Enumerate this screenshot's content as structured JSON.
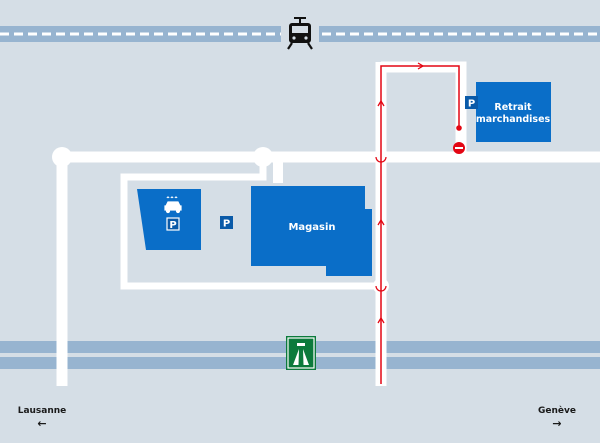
{
  "map": {
    "buildings": {
      "store": "Magasin",
      "pickup_line1": "Retrait",
      "pickup_line2": "marchandises"
    },
    "parking_symbol": "P",
    "directions": {
      "west_city": "Lausanne",
      "west_arrow": "←",
      "east_city": "Genève",
      "east_arrow": "→"
    },
    "icons": {
      "rail": "tram-icon",
      "highway": "motorway-icon",
      "car_wash": "car-wash-icon",
      "no_entry": "no-entry-icon"
    },
    "colors": {
      "background": "#d5dee6",
      "road": "#ffffff",
      "building": "#0a6ec8",
      "parking": "#0a5aa8",
      "route": "#e30613",
      "rail_track": "#97b4d0",
      "motorway_band": "#97b4d0",
      "motorway_sign": "#0c7a3c"
    }
  }
}
